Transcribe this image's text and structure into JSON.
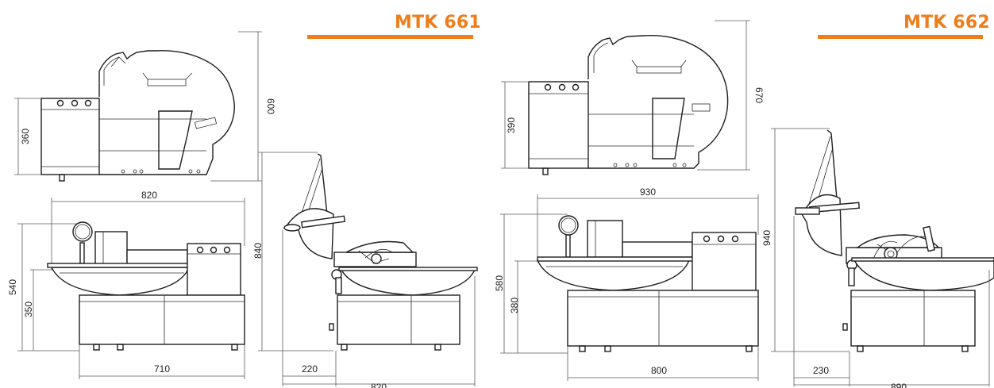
{
  "colors": {
    "accent": "#ee7d1a",
    "line": "#1e1e1e"
  },
  "models": [
    {
      "title": "MTK 661",
      "dims": {
        "top_height": "600",
        "top_body": "360",
        "width": "820",
        "height": "540",
        "bowl_height": "350",
        "base_width": "710",
        "side_height": "840",
        "side_offset": "220",
        "side_width": "820"
      }
    },
    {
      "title": "MTK 662",
      "dims": {
        "top_height": "670",
        "top_body": "390",
        "width": "930",
        "height": "580",
        "bowl_height": "380",
        "base_width": "800",
        "side_height": "940",
        "side_offset": "230",
        "side_width": "890"
      }
    }
  ]
}
